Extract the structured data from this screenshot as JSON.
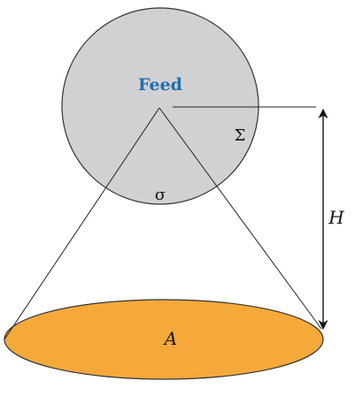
{
  "labels": {
    "feed": "Feed",
    "sigma_upper": "Σ",
    "sigma_lower": "σ",
    "height": "H",
    "area": "A"
  },
  "colors": {
    "sphere_fill": "#d1d1d3",
    "sphere_stroke": "#333333",
    "disk_fill": "#f6a93b",
    "disk_stroke": "#333333",
    "line": "#222222",
    "feed_text": "#1f6fb0"
  }
}
